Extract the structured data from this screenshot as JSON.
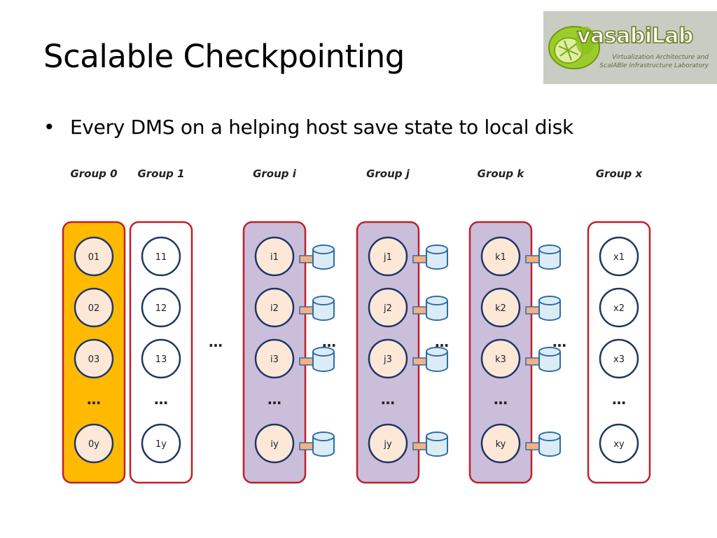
{
  "slide": {
    "title": "Scalable Checkpointing",
    "bullet": "Every DMS on a helping host save state to local disk"
  },
  "logo": {
    "name": "vasabiLab",
    "subtitle_line1": "Virtualization Architecture and",
    "subtitle_line2": "ScalABle Infrastructure Laboratory"
  },
  "ellipsis": "…",
  "groups": [
    {
      "label": "Group 0",
      "nodes": [
        "01",
        "02",
        "03",
        "0y"
      ],
      "style": "highlight",
      "disks": false
    },
    {
      "label": "Group 1",
      "nodes": [
        "11",
        "12",
        "13",
        "1y"
      ],
      "style": "plain",
      "disks": false
    },
    {
      "label": "Group i",
      "nodes": [
        "i1",
        "i2",
        "i3",
        "iy"
      ],
      "style": "helping",
      "disks": true
    },
    {
      "label": "Group j",
      "nodes": [
        "j1",
        "j2",
        "j3",
        "jy"
      ],
      "style": "helping",
      "disks": true
    },
    {
      "label": "Group k",
      "nodes": [
        "k1",
        "k2",
        "k3",
        "ky"
      ],
      "style": "helping",
      "disks": true
    },
    {
      "label": "Group x",
      "nodes": [
        "x1",
        "x2",
        "x3",
        "xy"
      ],
      "style": "plain",
      "disks": false
    }
  ],
  "colors": {
    "group_border": "#c0202a",
    "highlight_fill": "#ffba00",
    "helping_fill": "#cbbedb",
    "plain_fill": "#ffffff",
    "node_fill": "#fde8d8",
    "node_border": "#1f3864",
    "disk_fill": "#dcecf6",
    "disk_border": "#2e6da4",
    "arrow_fill": "#f4b183",
    "arrow_border": "#2e6da4"
  }
}
